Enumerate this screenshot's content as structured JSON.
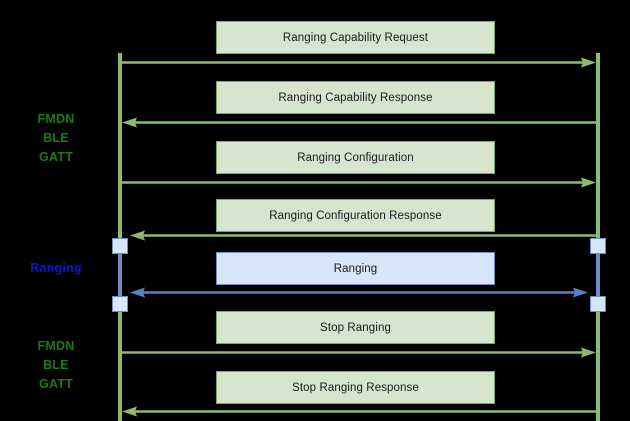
{
  "diagram": {
    "type": "sequence-diagram",
    "background_color": "#000000",
    "colors": {
      "lifeline_green": "#8cba70",
      "arrow_green": "#8cba70",
      "arrow_blue": "#5b7fc0",
      "box_green_fill": "#d6e5cd",
      "box_green_border": "#7aa861",
      "box_blue_fill": "#d7e6f8",
      "box_blue_border": "#6e8fc4",
      "label_green": "#1b7a10",
      "label_blue": "#1111dd",
      "text": "#1a1a1a"
    }
  },
  "phase_labels": [
    {
      "id": "phase-fmdn-ble-gatt-top",
      "lines": [
        "FMDN",
        "BLE",
        "GATT"
      ],
      "color_key": "green"
    },
    {
      "id": "phase-ranging",
      "lines": [
        "Ranging"
      ],
      "color_key": "blue"
    },
    {
      "id": "phase-fmdn-ble-gatt-bottom",
      "lines": [
        "FMDN",
        "BLE",
        "GATT"
      ],
      "color_key": "green"
    }
  ],
  "messages": [
    {
      "id": "msg-ranging-capability-request",
      "label": "Ranging Capability Request",
      "style": "green",
      "direction": "right"
    },
    {
      "id": "msg-ranging-capability-response",
      "label": "Ranging Capability Response",
      "style": "green",
      "direction": "left"
    },
    {
      "id": "msg-ranging-configuration",
      "label": "Ranging Configuration",
      "style": "green",
      "direction": "right"
    },
    {
      "id": "msg-ranging-configuration-response",
      "label": "Ranging Configuration Response",
      "style": "green",
      "direction": "left"
    },
    {
      "id": "msg-ranging",
      "label": "Ranging",
      "style": "blue",
      "direction": "both"
    },
    {
      "id": "msg-stop-ranging",
      "label": "Stop Ranging",
      "style": "green",
      "direction": "right"
    },
    {
      "id": "msg-stop-ranging-response",
      "label": "Stop Ranging Response",
      "style": "green",
      "direction": "left"
    }
  ],
  "lifelines": [
    {
      "id": "lifeline-left",
      "side": "left"
    },
    {
      "id": "lifeline-right",
      "side": "right"
    }
  ],
  "activation_boxes": [
    {
      "id": "activation-left-start",
      "side": "left"
    },
    {
      "id": "activation-left-end",
      "side": "left"
    },
    {
      "id": "activation-right-start",
      "side": "right"
    },
    {
      "id": "activation-right-end",
      "side": "right"
    }
  ]
}
